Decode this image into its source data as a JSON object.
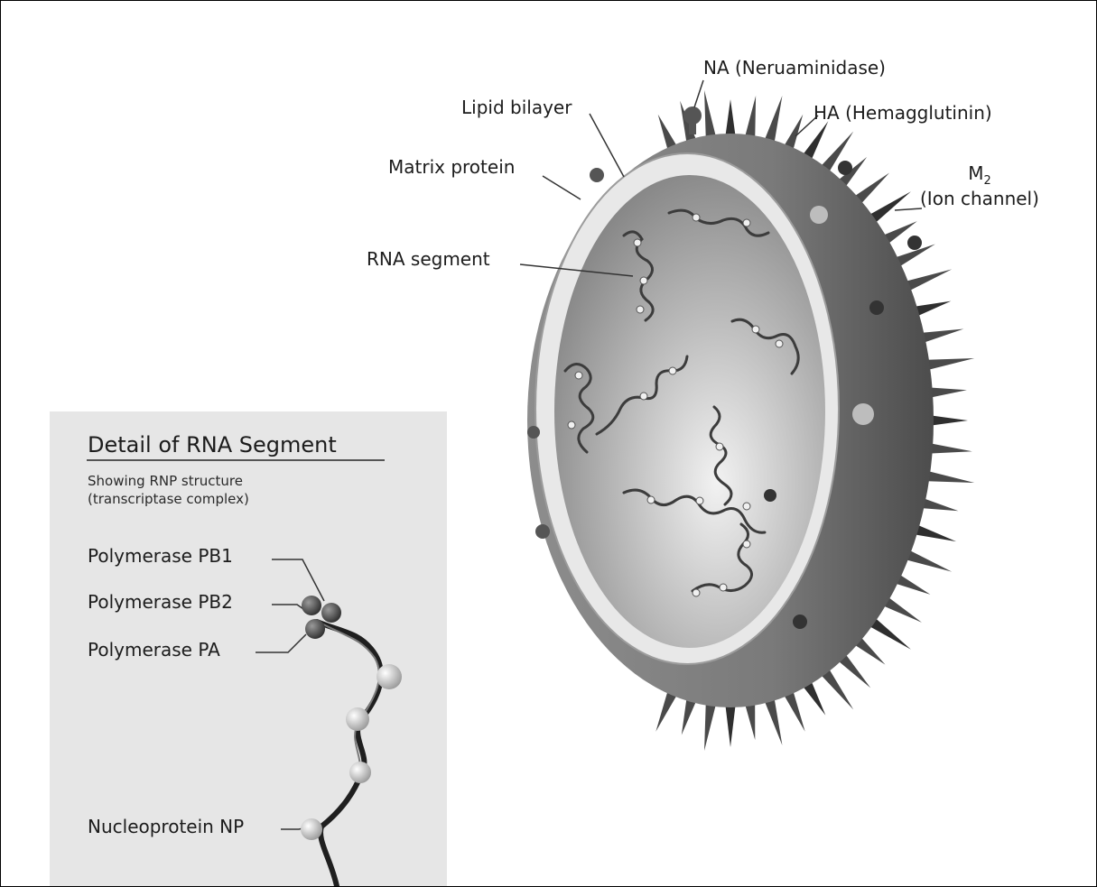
{
  "labels": {
    "na": "NA (Neruaminidase)",
    "lipid_bilayer": "Lipid bilayer",
    "ha": "HA (Hemagglutinin)",
    "matrix_protein": "Matrix protein",
    "m2_main": "M",
    "m2_sub": "2",
    "ion_channel": "(Ion channel)",
    "rna_segment": "RNA segment"
  },
  "detail": {
    "title": "Detail of RNA Segment",
    "subtitle_line1": "Showing RNP structure",
    "subtitle_line2": "(transcriptase complex)",
    "pb1": "Polymerase PB1",
    "pb2": "Polymerase PB2",
    "pa": "Polymerase PA",
    "np": "Nucleoprotein NP"
  },
  "colors": {
    "panel": "#e6e6e6",
    "shell": "#7a7a7a",
    "membrane": "#e8e8e8",
    "interior": "#9a9a9a"
  }
}
